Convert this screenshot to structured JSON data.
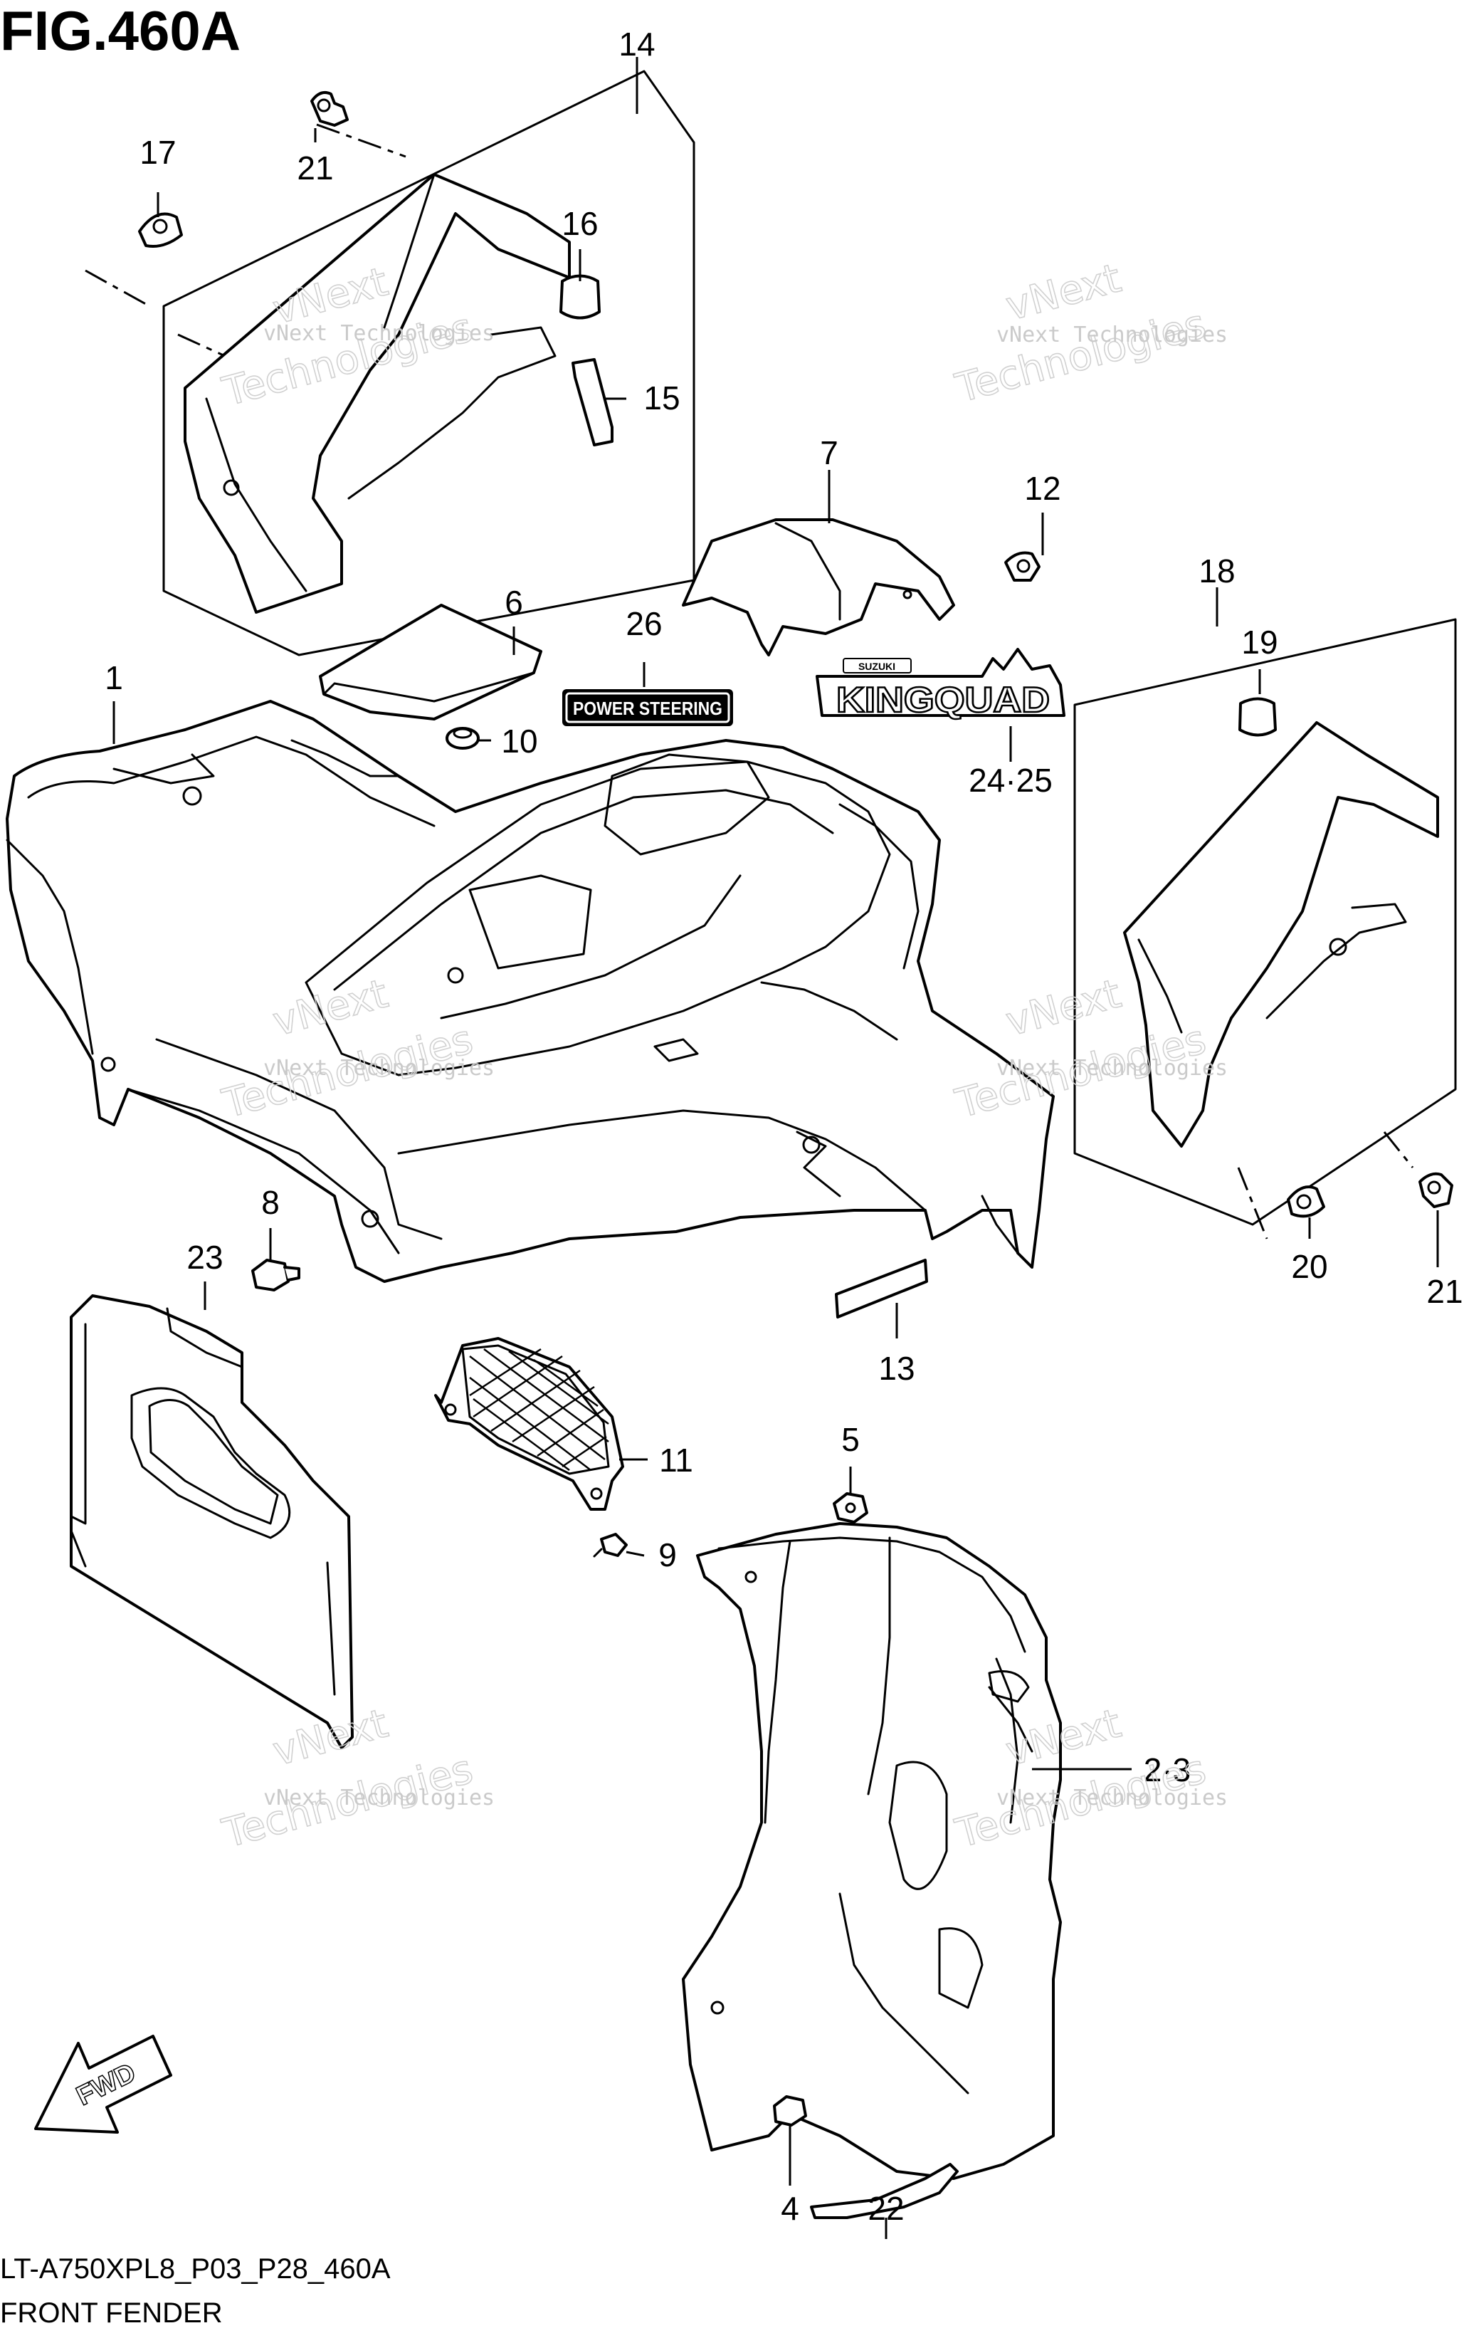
{
  "figure": {
    "title": "FIG.460A",
    "code": "LT-A750XPL8_P03_P28_460A",
    "name": "FRONT FENDER"
  },
  "callouts": [
    {
      "id": "c1",
      "label": "1"
    },
    {
      "id": "c2-3",
      "label": "2·3"
    },
    {
      "id": "c4",
      "label": "4"
    },
    {
      "id": "c5",
      "label": "5"
    },
    {
      "id": "c6",
      "label": "6"
    },
    {
      "id": "c7",
      "label": "7"
    },
    {
      "id": "c8",
      "label": "8"
    },
    {
      "id": "c9",
      "label": "9"
    },
    {
      "id": "c10",
      "label": "10"
    },
    {
      "id": "c11",
      "label": "11"
    },
    {
      "id": "c12",
      "label": "12"
    },
    {
      "id": "c13",
      "label": "13"
    },
    {
      "id": "c14",
      "label": "14"
    },
    {
      "id": "c15",
      "label": "15"
    },
    {
      "id": "c16",
      "label": "16"
    },
    {
      "id": "c17",
      "label": "17"
    },
    {
      "id": "c18",
      "label": "18"
    },
    {
      "id": "c19",
      "label": "19"
    },
    {
      "id": "c20",
      "label": "20"
    },
    {
      "id": "c21a",
      "label": "21"
    },
    {
      "id": "c21b",
      "label": "21"
    },
    {
      "id": "c22",
      "label": "22"
    },
    {
      "id": "c23",
      "label": "23"
    },
    {
      "id": "c24-25",
      "label": "24·25"
    },
    {
      "id": "c26",
      "label": "26"
    }
  ],
  "decals": {
    "power_steering": "POWER STEERING",
    "kingquad": "KINGQUAD",
    "suzuki": "SUZUKI"
  },
  "fwd_label": "FWD",
  "watermark": {
    "line1": "vNext Technologies",
    "line2": "vNext",
    "line3": "Technologies"
  },
  "colors": {
    "ink": "#000000",
    "paper": "#ffffff",
    "watermark": "#c8c8c8"
  }
}
